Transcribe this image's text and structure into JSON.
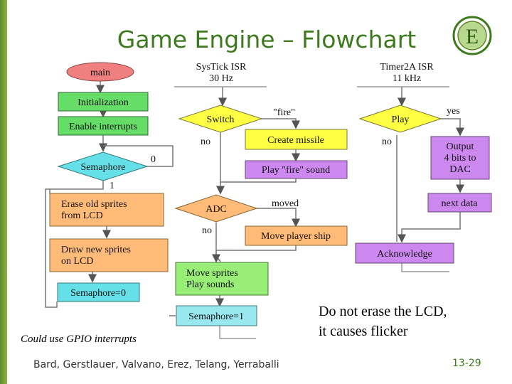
{
  "slide": {
    "title": "Game Engine – Flowchart",
    "logo_letter": "E",
    "authors": "Bard, Gerstlauer, Valvano, Erez, Telang, Yerraballi",
    "slide_number": "13-29",
    "note_flicker": [
      "Do not erase the LCD,",
      "it causes flicker"
    ],
    "note_gpio": "Could use GPIO interrupts"
  },
  "colors": {
    "accent_green": "#3d7a1e",
    "start": "#f08080",
    "process_green": "#66dd66",
    "decision_cyan": "#66e0e8",
    "decision_yellow": "#ffff44",
    "process_orange": "#ffbb77",
    "process_violet": "#cc88ee",
    "process_light_green": "#99ee77",
    "process_light_cyan": "#99e8f0"
  },
  "diagram": {
    "main": {
      "start": "main",
      "initialization": "Initialization",
      "enable_interrupts": "Enable interrupts",
      "semaphore_decision": "Semaphore",
      "branch_zero": "0",
      "branch_one": "1",
      "erase_sprites": [
        "Erase old sprites",
        "from LCD"
      ],
      "draw_sprites": [
        "Draw new sprites",
        "on LCD"
      ],
      "semaphore_zero": "Semaphore=0"
    },
    "systick": {
      "header": [
        "SysTick ISR",
        "30 Hz"
      ],
      "switch_decision": "Switch",
      "fire_label": "\"fire\"",
      "no_label_1": "no",
      "create_missile": "Create missile",
      "play_fire_sound": "Play \"fire\" sound",
      "adc_decision": "ADC",
      "moved_label": "moved",
      "no_label_2": "no",
      "move_player": "Move player ship",
      "move_sprites": [
        "Move sprites",
        "Play sounds"
      ],
      "semaphore_one": "Semaphore=1"
    },
    "timer2a": {
      "header": [
        "Timer2A ISR",
        "11 kHz"
      ],
      "play_decision": "Play",
      "yes_label": "yes",
      "no_label": "no",
      "output_dac": [
        "Output",
        "4 bits to",
        "DAC"
      ],
      "next_data": "next data",
      "acknowledge": "Acknowledge"
    }
  }
}
